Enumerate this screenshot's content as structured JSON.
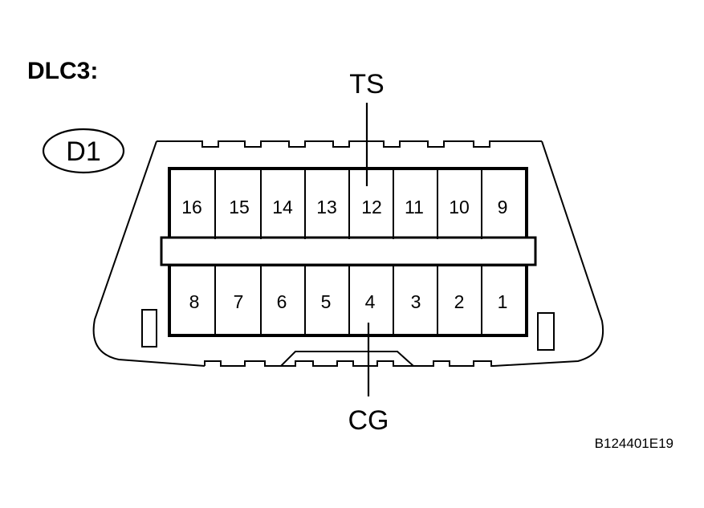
{
  "title": "DLC3:",
  "connector_id": "D1",
  "top_row_pins": [
    "16",
    "15",
    "14",
    "13",
    "12",
    "11",
    "10",
    "9"
  ],
  "bottom_row_pins": [
    "8",
    "7",
    "6",
    "5",
    "4",
    "3",
    "2",
    "1"
  ],
  "signals": {
    "top": "TS",
    "bottom": "CG"
  },
  "figure_code": "B124401E19"
}
